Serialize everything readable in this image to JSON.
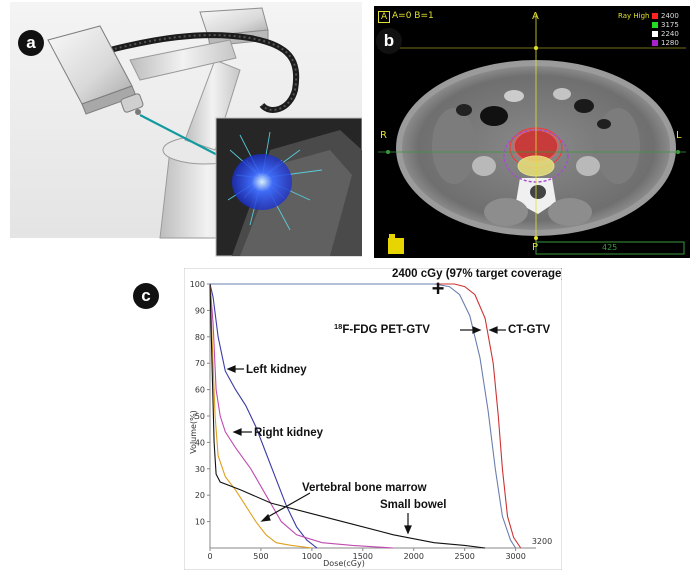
{
  "panel_labels": {
    "a": "a",
    "b": "b",
    "c": "c"
  },
  "ct_overlay": {
    "corner_box": "A",
    "header": "A=0 B=1",
    "window_level": "Ray High",
    "orient_top": "A",
    "orient_bottom": "P",
    "orient_left": "R",
    "orient_right": "L",
    "slider_value": "425",
    "legend": [
      {
        "label": "2400",
        "color": "#ff2222"
      },
      {
        "label": "3175",
        "color": "#22dd22"
      },
      {
        "label": "2240",
        "color": "#ffffff"
      },
      {
        "label": "1280",
        "color": "#aa22cc"
      }
    ]
  },
  "chart_data": {
    "type": "line",
    "xlabel": "Dose(cGy)",
    "ylabel": "Volume(%)",
    "xlim": [
      0,
      3200
    ],
    "ylim": [
      0,
      100
    ],
    "x_ticks": [
      0,
      500,
      1000,
      1500,
      2000,
      2500,
      3000
    ],
    "y_ticks": [
      10,
      20,
      30,
      40,
      50,
      60,
      70,
      80,
      90,
      100
    ],
    "x_end_label": "3200",
    "series": [
      {
        "name": "CT-GTV",
        "color": "#cc3333",
        "points": [
          [
            0,
            100
          ],
          [
            2400,
            100
          ],
          [
            2500,
            99
          ],
          [
            2600,
            96
          ],
          [
            2700,
            87
          ],
          [
            2780,
            70
          ],
          [
            2830,
            50
          ],
          [
            2870,
            30
          ],
          [
            2920,
            12
          ],
          [
            2980,
            4
          ],
          [
            3050,
            0
          ]
        ]
      },
      {
        "name": "18F-FDG PET-GTV",
        "color": "#6a7fb0",
        "points": [
          [
            0,
            100
          ],
          [
            2200,
            100
          ],
          [
            2350,
            99
          ],
          [
            2450,
            96
          ],
          [
            2550,
            88
          ],
          [
            2650,
            72
          ],
          [
            2730,
            52
          ],
          [
            2800,
            30
          ],
          [
            2870,
            12
          ],
          [
            2950,
            3
          ],
          [
            3000,
            0
          ]
        ]
      },
      {
        "name": "Left kidney",
        "color": "#3a3aa8",
        "points": [
          [
            0,
            100
          ],
          [
            30,
            95
          ],
          [
            80,
            80
          ],
          [
            150,
            67
          ],
          [
            250,
            60
          ],
          [
            350,
            54
          ],
          [
            450,
            46
          ],
          [
            550,
            36
          ],
          [
            650,
            26
          ],
          [
            750,
            16
          ],
          [
            850,
            8
          ],
          [
            950,
            3
          ],
          [
            1050,
            0
          ]
        ]
      },
      {
        "name": "Right kidney",
        "color": "#c04ab0",
        "points": [
          [
            0,
            100
          ],
          [
            30,
            85
          ],
          [
            60,
            60
          ],
          [
            100,
            50
          ],
          [
            150,
            44
          ],
          [
            250,
            38
          ],
          [
            400,
            30
          ],
          [
            550,
            20
          ],
          [
            700,
            10
          ],
          [
            850,
            5
          ],
          [
            1100,
            2
          ],
          [
            1400,
            1
          ],
          [
            1800,
            0
          ]
        ]
      },
      {
        "name": "Vertebral bone marrow",
        "color": "#e0a020",
        "points": [
          [
            0,
            100
          ],
          [
            20,
            80
          ],
          [
            50,
            50
          ],
          [
            80,
            35
          ],
          [
            150,
            27
          ],
          [
            250,
            22
          ],
          [
            350,
            16
          ],
          [
            450,
            10
          ],
          [
            550,
            5
          ],
          [
            650,
            2
          ],
          [
            800,
            1
          ],
          [
            1000,
            0
          ]
        ]
      },
      {
        "name": "Small bowel",
        "color": "#111111",
        "points": [
          [
            0,
            100
          ],
          [
            20,
            70
          ],
          [
            40,
            40
          ],
          [
            60,
            28
          ],
          [
            100,
            25
          ],
          [
            300,
            22
          ],
          [
            600,
            17
          ],
          [
            1000,
            13
          ],
          [
            1400,
            9
          ],
          [
            1800,
            5
          ],
          [
            2200,
            2
          ],
          [
            2500,
            1
          ],
          [
            2700,
            0
          ]
        ]
      }
    ],
    "annotations": [
      {
        "text": "2400 cGy (97% target coverage)",
        "marker": "+"
      },
      {
        "text": "18F-FDG PET-GTV"
      },
      {
        "text": "CT-GTV"
      },
      {
        "text": "Left kidney"
      },
      {
        "text": "Right kidney"
      },
      {
        "text": "Vertebral bone marrow"
      },
      {
        "text": "Small bowel"
      }
    ]
  }
}
